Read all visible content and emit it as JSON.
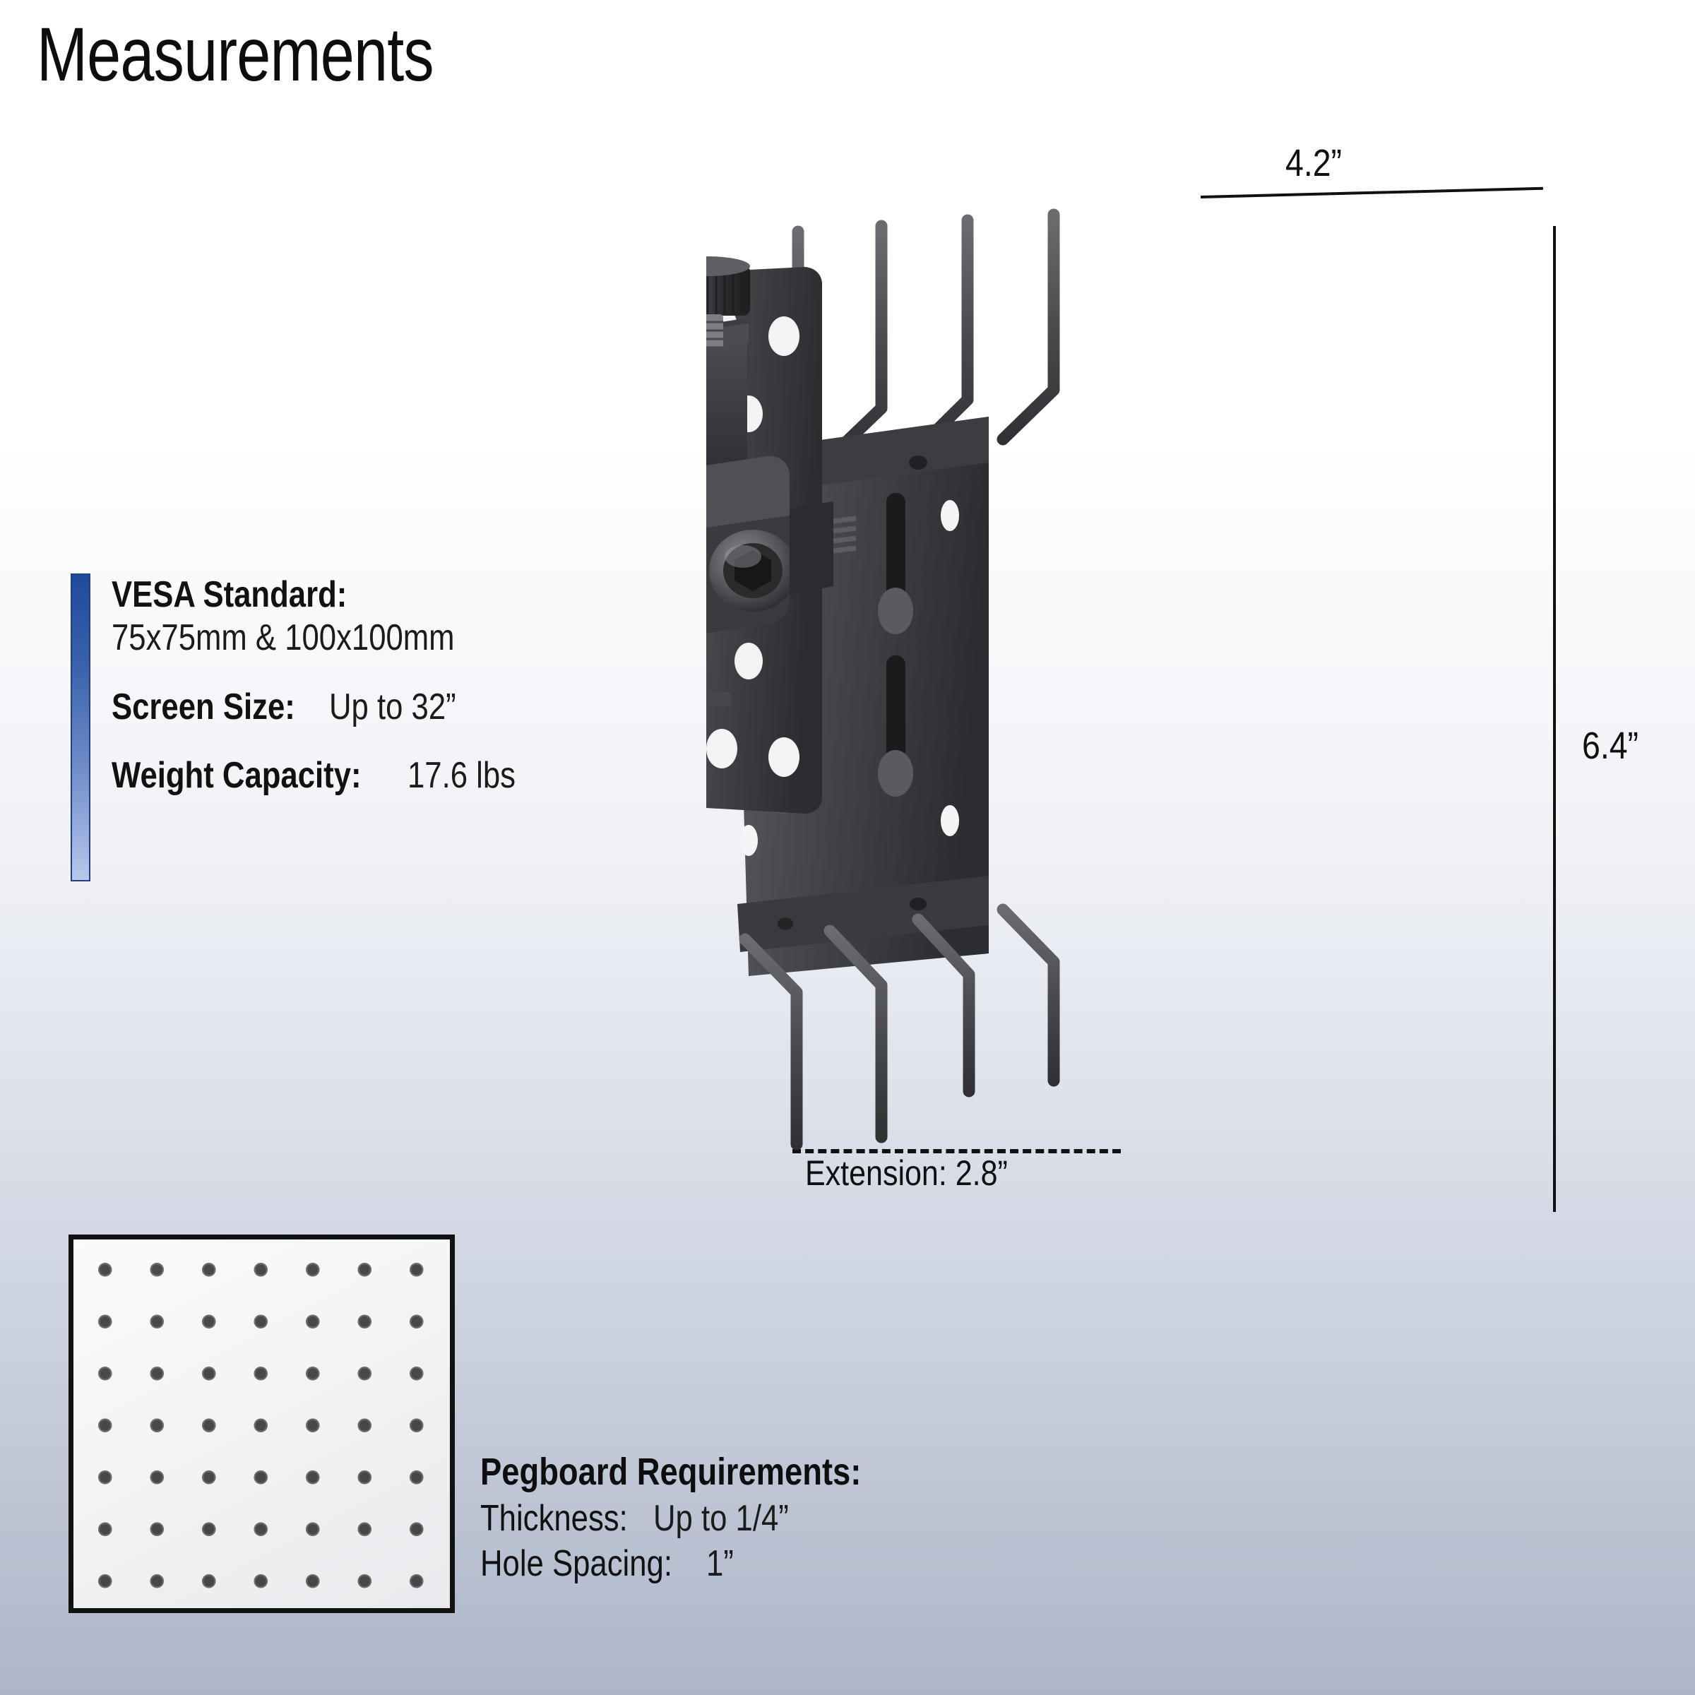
{
  "page": {
    "title": "Measurements"
  },
  "specs": {
    "accent_color_top": "#1f4a9c",
    "accent_color_bottom": "#b9c8ec",
    "items": [
      {
        "label": "VESA Standard:",
        "value": "75x75mm & 100x100mm",
        "stacked": true
      },
      {
        "label": "Screen Size:",
        "value": "Up to 32”",
        "stacked": false
      },
      {
        "label": "Weight Capacity:",
        "value": "17.6 lbs",
        "stacked": false
      }
    ]
  },
  "dimensions": {
    "width": "4.2”",
    "height": "6.4”",
    "extension": "Extension: 2.8”"
  },
  "pegboard": {
    "title": "Pegboard Requirements:",
    "rows": [
      {
        "label": "Thickness:",
        "value": "Up to 1/4”"
      },
      {
        "label": "Hole Spacing:",
        "value": "1”"
      }
    ],
    "swatch_rows": 7,
    "swatch_cols": 7
  },
  "product": {
    "name": "pegboard-tv-mount",
    "finish_color": "#2e2e30"
  }
}
